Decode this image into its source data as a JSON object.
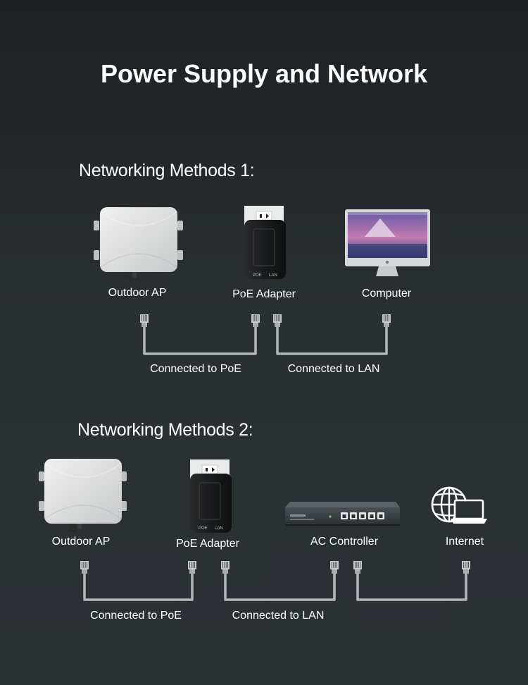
{
  "title": "Power Supply and Network",
  "method1": {
    "heading": "Networking Methods 1:",
    "devices": {
      "ap": "Outdoor AP",
      "poe": "PoE Adapter",
      "computer": "Computer"
    },
    "poe_ports": {
      "left": "POE",
      "right": "LAN"
    },
    "connections": {
      "to_poe": "Connected to PoE",
      "to_lan": "Connected to LAN"
    }
  },
  "method2": {
    "heading": "Networking Methods 2:",
    "devices": {
      "ap": "Outdoor AP",
      "poe": "PoE Adapter",
      "controller": "AC Controller",
      "internet": "Internet"
    },
    "poe_ports": {
      "left": "POE",
      "right": "LAN"
    },
    "connections": {
      "to_poe": "Connected to PoE",
      "to_lan": "Connected to LAN"
    }
  },
  "colors": {
    "cable": "#b4b7b9",
    "device_white": "#dcdddd",
    "adapter_black": "#1b1c1d"
  }
}
